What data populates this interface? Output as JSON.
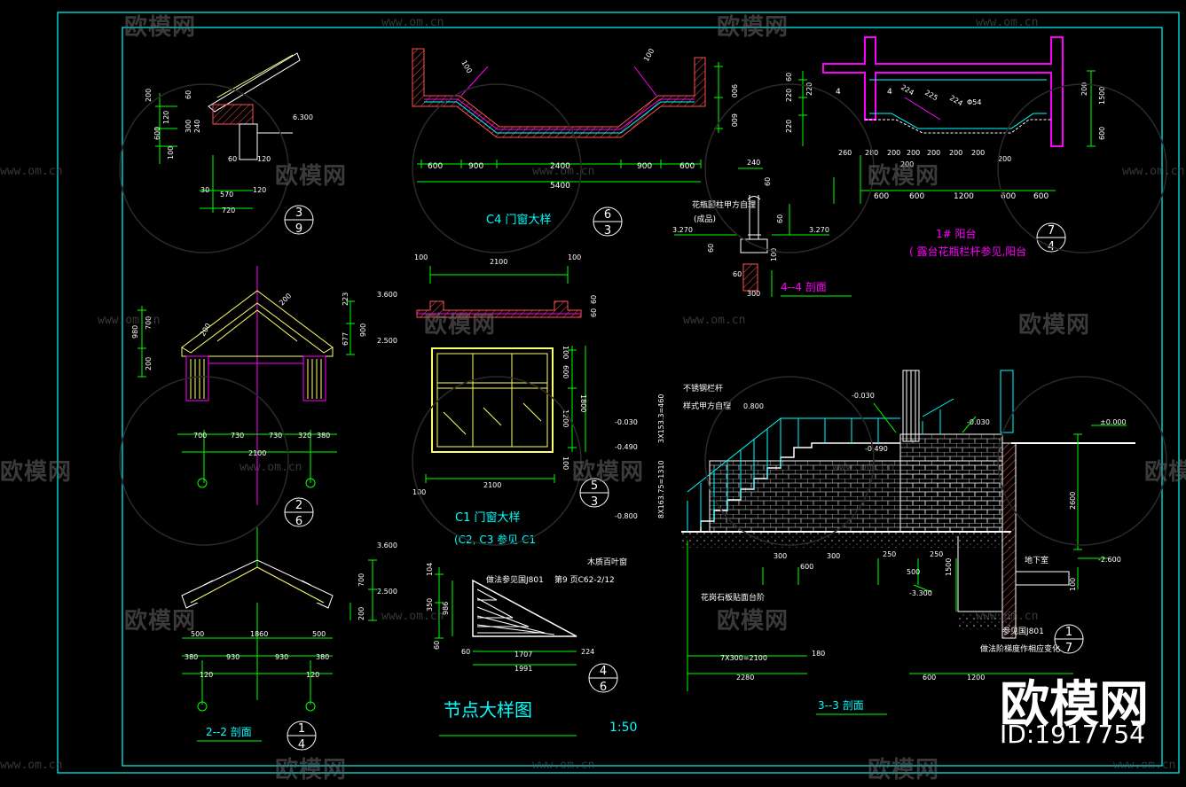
{
  "palette": {
    "background": "#000000",
    "frame": "#00ffff",
    "section": "#ff00ff",
    "dimension": "#00ff00",
    "text": "#ffffff",
    "wall": "#ff5050",
    "yellow": "#ffff66",
    "watermark": "#6a6a6a"
  },
  "watermark": {
    "logo_text": "欧模网",
    "url_text": "www.om.cn",
    "brand": "欧模网",
    "id": "ID:1917754"
  },
  "details": {
    "d39": {
      "dims": [
        "200",
        "60",
        "300",
        "240",
        "120",
        "600",
        "100",
        "6.300",
        "60",
        "120",
        "30",
        "570",
        "120",
        "720"
      ],
      "marker": {
        "top": "3",
        "bottom": "9"
      }
    },
    "c4": {
      "title": "C4 门窗大样",
      "dims": [
        "100",
        "100",
        "600",
        "900",
        "2400",
        "900",
        "600",
        "5400",
        "900",
        "600"
      ],
      "marker": {
        "top": "6",
        "bottom": "3"
      }
    },
    "d74": {
      "dims": [
        "4",
        "60",
        "220",
        "220",
        "220",
        "200",
        "1500",
        "600",
        "4",
        "224",
        "225",
        "224",
        "Φ54",
        "260",
        "280",
        "200",
        "200",
        "200",
        "200",
        "200",
        "200",
        "200",
        "600",
        "600",
        "1200",
        "600",
        "600"
      ],
      "title": "1# 阳台",
      "note": "( 露台花瓶栏杆参见,阳台",
      "marker": {
        "top": "7",
        "bottom": "4"
      }
    },
    "s44": {
      "labels": [
        "花瓶圆柱甲方自理",
        "(成品)"
      ],
      "dims": [
        "240",
        "60",
        "60",
        "3.270",
        "3.270",
        "60",
        "300",
        "60",
        "100"
      ],
      "title": "4--4 剖面"
    },
    "d26": {
      "dims": [
        "200",
        "700",
        "980",
        "200",
        "200",
        "3.600",
        "223",
        "677",
        "900",
        "2.500",
        "700",
        "730",
        "730",
        "320",
        "380",
        "2100"
      ],
      "marker": {
        "top": "2",
        "bottom": "6"
      }
    },
    "c1": {
      "top_dims": [
        "2100",
        "100",
        "100",
        "60",
        "60"
      ],
      "dims": [
        "100",
        "600",
        "1800",
        "1200",
        "100",
        "2100",
        "100"
      ],
      "title": "C1 门窗大样",
      "note": "(C2, C3 参见 C1",
      "marker": {
        "top": "5",
        "bottom": "3"
      }
    },
    "s22": {
      "dims": [
        "3.600",
        "700",
        "2.500",
        "200",
        "500",
        "1860",
        "500",
        "380",
        "930",
        "930",
        "380",
        "120",
        "120"
      ],
      "title": "2--2 剖面",
      "marker": {
        "top": "1",
        "bottom": "4"
      }
    },
    "d46": {
      "labels": [
        "木质百叶窗",
        "做法参见国J801",
        "第9 页C62-2/12"
      ],
      "dims": [
        "104",
        "350",
        "986",
        "60",
        "60",
        "1707",
        "224",
        "1991"
      ],
      "marker": {
        "top": "4",
        "bottom": "6"
      }
    },
    "sheet": {
      "title": "节点大样图",
      "scale": "1:50"
    },
    "s33": {
      "labels": [
        "不锈钢栏杆",
        "样式甲方自理",
        "花岗石板贴面台阶",
        "地下室",
        "参见国J801",
        "做法阶梯度作相应变化"
      ],
      "dims": [
        "-0.030",
        "0.800",
        "-0.030",
        "±0.000",
        "-0.030",
        "3X153.3=460",
        "-0.490",
        "-0.490",
        "8X163.75=1310",
        "-0.800",
        "2600",
        "300",
        "600",
        "300",
        "250",
        "500",
        "250",
        "1500",
        "-3.300",
        "-2.600",
        "100",
        "7X300=2100",
        "180",
        "2280",
        "600",
        "1200"
      ],
      "title": "3--3 剖面",
      "marker": {
        "top": "1",
        "bottom": "7"
      }
    }
  }
}
